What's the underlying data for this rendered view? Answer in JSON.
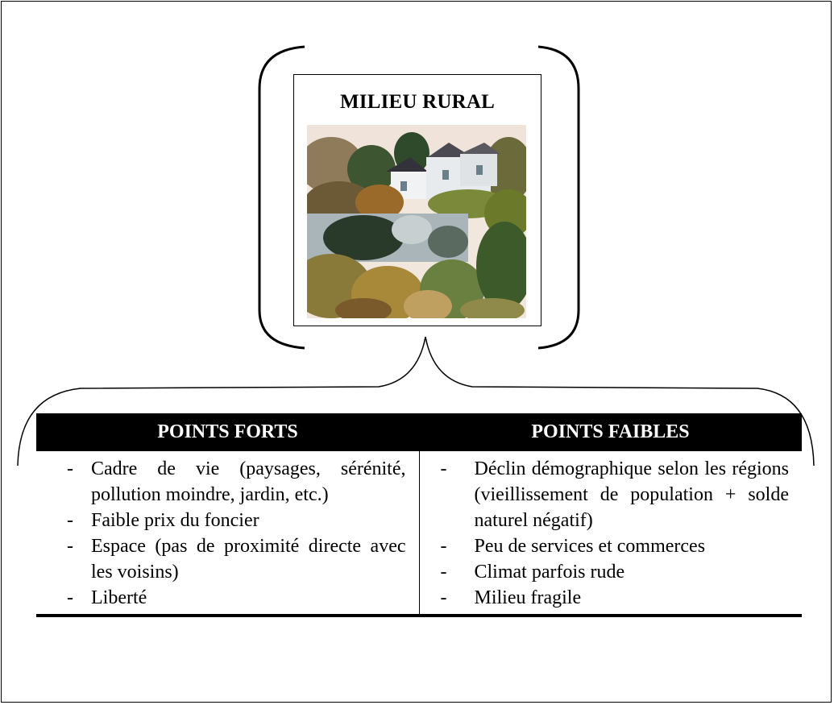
{
  "diagram": {
    "title": "MILIEU RURAL",
    "image": {
      "subject": "rural-village-illustration"
    }
  },
  "table": {
    "headers": [
      "POINTS FORTS",
      "POINTS FAIBLES"
    ],
    "points_forts": [
      "Cadre de vie (paysages, sérénité, pollution moindre, jardin, etc.)",
      "Faible prix du foncier",
      "Espace (pas de proximité directe avec les voisins)",
      "Liberté"
    ],
    "points_faibles": [
      "Déclin démographique selon les régions (vieillissement de population + solde naturel négatif)",
      "Peu de services et commerces",
      "Climat parfois rude",
      "Milieu fragile"
    ],
    "bullet": "-"
  }
}
